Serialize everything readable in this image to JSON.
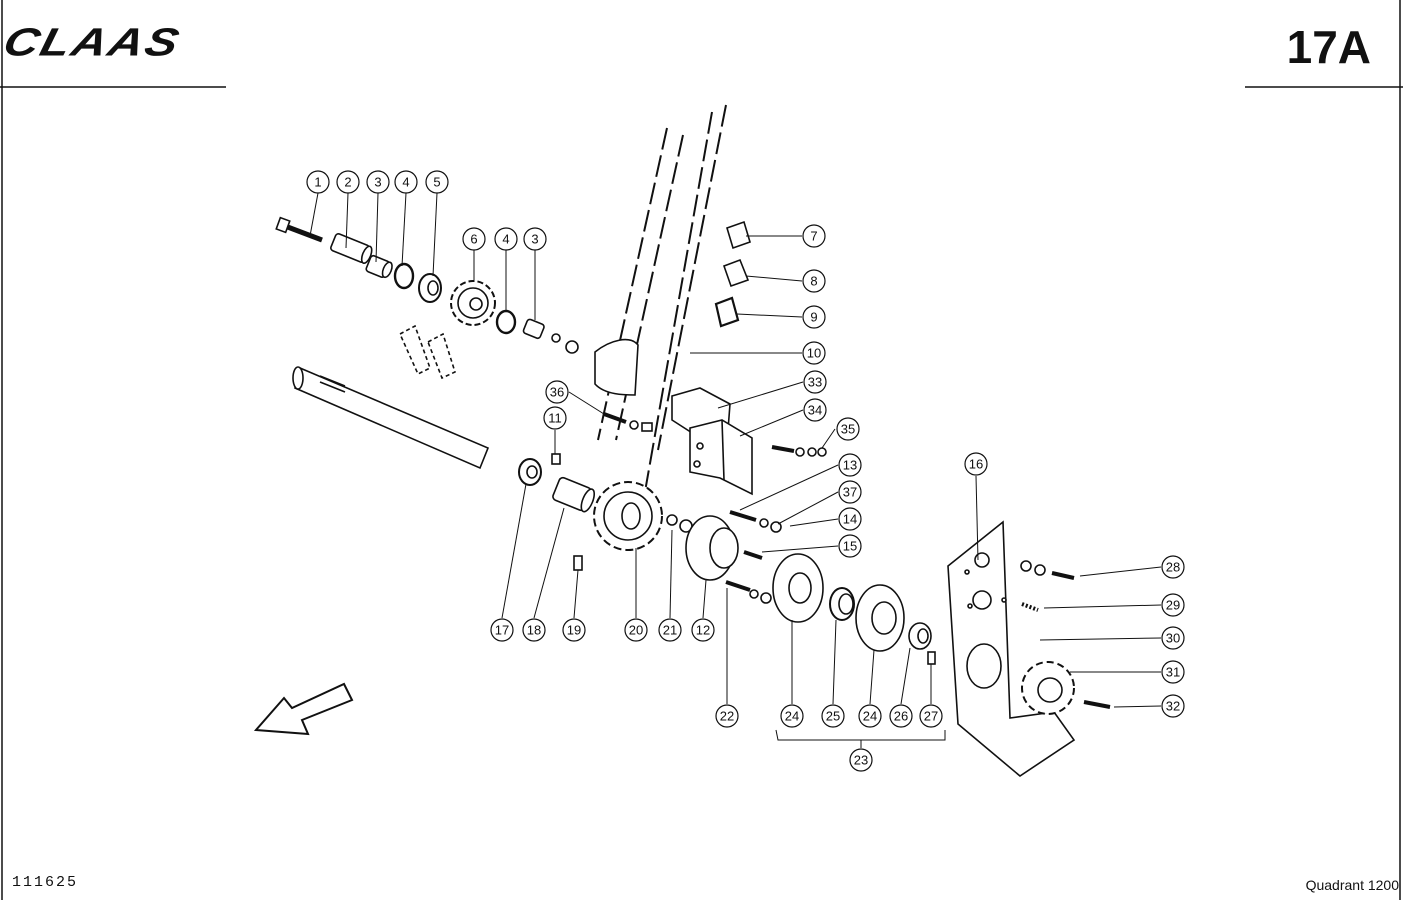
{
  "header": {
    "brand": "CLAAS",
    "page_code": "17A"
  },
  "footer": {
    "doc_number": "111625",
    "model": "Quadrant 1200"
  },
  "callouts": [
    {
      "id": "c1",
      "label": "1"
    },
    {
      "id": "c2",
      "label": "2"
    },
    {
      "id": "c3a",
      "label": "3"
    },
    {
      "id": "c4a",
      "label": "4"
    },
    {
      "id": "c5",
      "label": "5"
    },
    {
      "id": "c6",
      "label": "6"
    },
    {
      "id": "c4b",
      "label": "4"
    },
    {
      "id": "c3b",
      "label": "3"
    },
    {
      "id": "c7",
      "label": "7"
    },
    {
      "id": "c8",
      "label": "8"
    },
    {
      "id": "c9",
      "label": "9"
    },
    {
      "id": "c10",
      "label": "10"
    },
    {
      "id": "c33",
      "label": "33"
    },
    {
      "id": "c34",
      "label": "34"
    },
    {
      "id": "c36",
      "label": "36"
    },
    {
      "id": "c11",
      "label": "11"
    },
    {
      "id": "c35",
      "label": "35"
    },
    {
      "id": "c13",
      "label": "13"
    },
    {
      "id": "c16",
      "label": "16"
    },
    {
      "id": "c37",
      "label": "37"
    },
    {
      "id": "c14",
      "label": "14"
    },
    {
      "id": "c15",
      "label": "15"
    },
    {
      "id": "c28",
      "label": "28"
    },
    {
      "id": "c29",
      "label": "29"
    },
    {
      "id": "c30",
      "label": "30"
    },
    {
      "id": "c31",
      "label": "31"
    },
    {
      "id": "c32",
      "label": "32"
    },
    {
      "id": "c17",
      "label": "17"
    },
    {
      "id": "c18",
      "label": "18"
    },
    {
      "id": "c19",
      "label": "19"
    },
    {
      "id": "c20",
      "label": "20"
    },
    {
      "id": "c21",
      "label": "21"
    },
    {
      "id": "c12",
      "label": "12"
    },
    {
      "id": "c22",
      "label": "22"
    },
    {
      "id": "c24a",
      "label": "24"
    },
    {
      "id": "c25",
      "label": "25"
    },
    {
      "id": "c24b",
      "label": "24"
    },
    {
      "id": "c26",
      "label": "26"
    },
    {
      "id": "c27",
      "label": "27"
    },
    {
      "id": "c23",
      "label": "23"
    }
  ]
}
